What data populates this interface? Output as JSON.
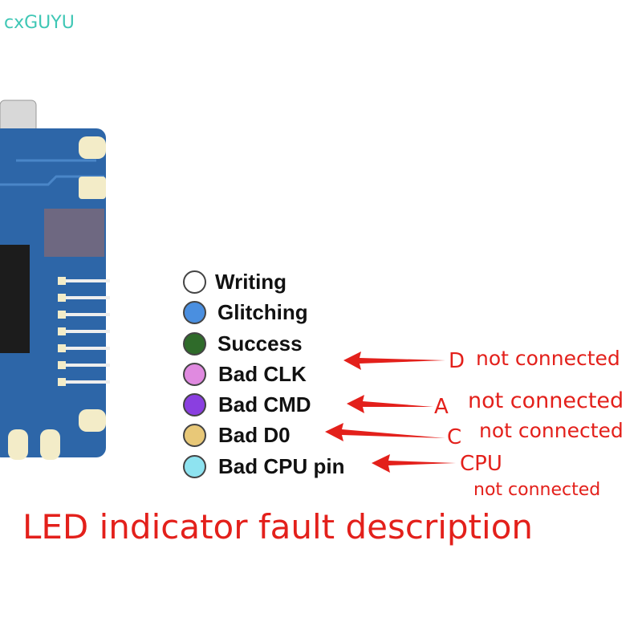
{
  "watermark": "cxGUYU",
  "legend": [
    {
      "label": "Writing",
      "color": "#ffffff"
    },
    {
      "label": "Glitching",
      "color": "#4a8fe0"
    },
    {
      "label": "Success",
      "color": "#2f6b2a"
    },
    {
      "label": "Bad CLK",
      "color": "#e08ae0"
    },
    {
      "label": "Bad CMD",
      "color": "#8a3fe0"
    },
    {
      "label": "Bad D0",
      "color": "#e8c878"
    },
    {
      "label": "Bad CPU pin",
      "color": "#8ee3f0"
    }
  ],
  "annotations": [
    {
      "letter": "D",
      "note": "not connected",
      "target": "Bad CLK"
    },
    {
      "letter": "A",
      "note": "not connected",
      "target": "Bad CMD"
    },
    {
      "letter": "C",
      "note": "not connected",
      "target": "Bad D0"
    },
    {
      "letter": "CPU",
      "note": "not connected",
      "target": "Bad CPU pin"
    }
  ],
  "title": "LED indicator fault description",
  "colors": {
    "accent_red": "#e3201b",
    "board_blue": "#2d66a8"
  }
}
